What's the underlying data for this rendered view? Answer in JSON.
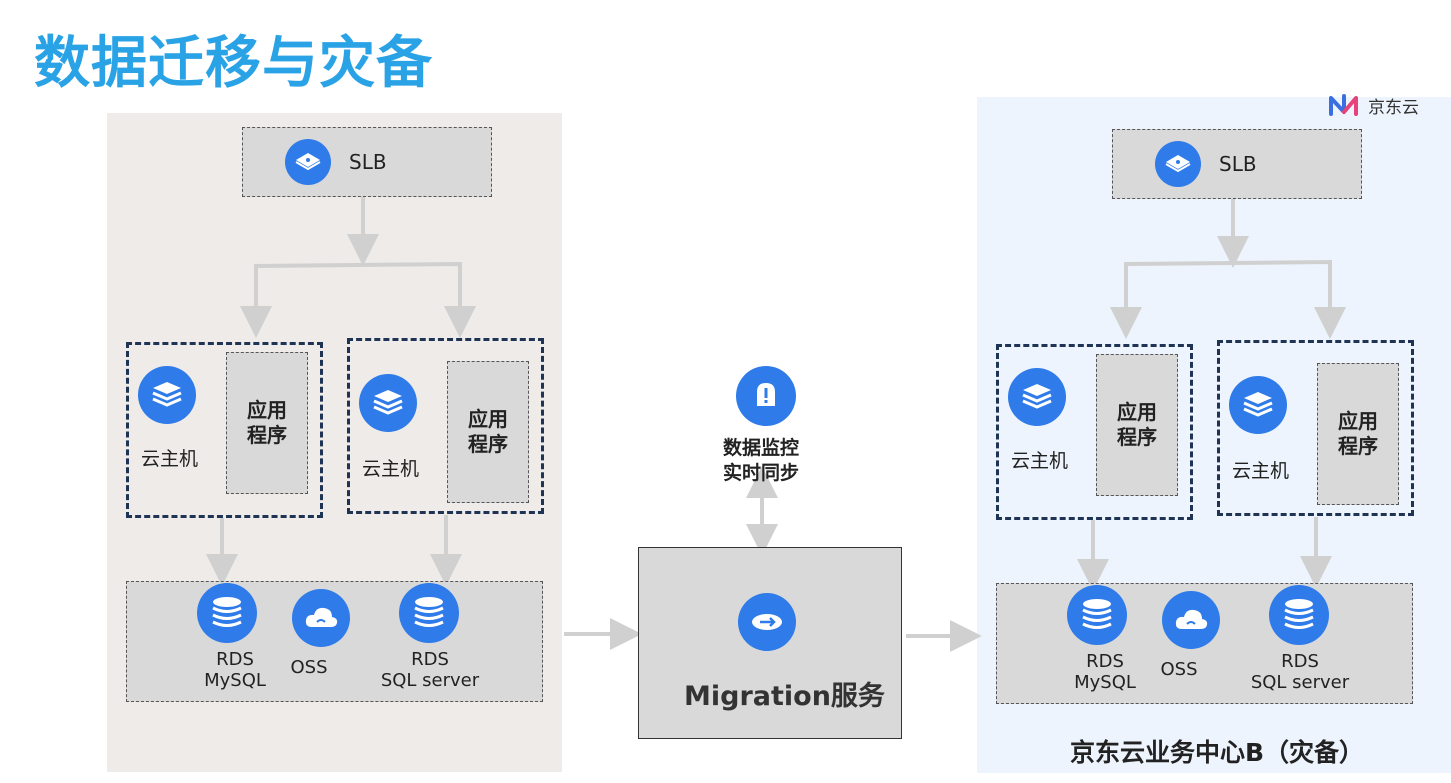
{
  "title": "数据迁移与灾备",
  "brand": {
    "logo_text": "京东云"
  },
  "left_site": {
    "slb_label": "SLB",
    "hosts": [
      {
        "host_label": "云主机",
        "app_label": "应用程序"
      },
      {
        "host_label": "云主机",
        "app_label": "应用程序"
      }
    ],
    "storage": [
      {
        "label_line1": "RDS",
        "label_line2": "MySQL",
        "icon": "rds-mysql-icon"
      },
      {
        "label_line1": "OSS",
        "label_line2": "",
        "icon": "oss-cloud-icon"
      },
      {
        "label_line1": "RDS",
        "label_line2": "SQL server",
        "icon": "rds-sqlserver-icon"
      }
    ]
  },
  "migration": {
    "monitor_line1": "数据监控",
    "monitor_line2": "实时同步",
    "service_label": "Migration服务"
  },
  "right_site": {
    "slb_label": "SLB",
    "hosts": [
      {
        "host_label": "云主机",
        "app_label": "应用程序"
      },
      {
        "host_label": "云主机",
        "app_label": "应用程序"
      }
    ],
    "storage": [
      {
        "label_line1": "RDS",
        "label_line2": "MySQL",
        "icon": "rds-mysql-icon"
      },
      {
        "label_line1": "OSS",
        "label_line2": "",
        "icon": "oss-cloud-icon"
      },
      {
        "label_line1": "RDS",
        "label_line2": "SQL server",
        "icon": "rds-sqlserver-icon"
      }
    ],
    "footer_title": "京东云业务中心B（灾备）"
  },
  "colors": {
    "title": "#2aa3e6",
    "icon_blue": "#2f7be9",
    "host_border": "#1f3454",
    "left_panel": "#eeebe8",
    "right_panel": "#eef4fd",
    "arrow": "#d0d0d0"
  }
}
